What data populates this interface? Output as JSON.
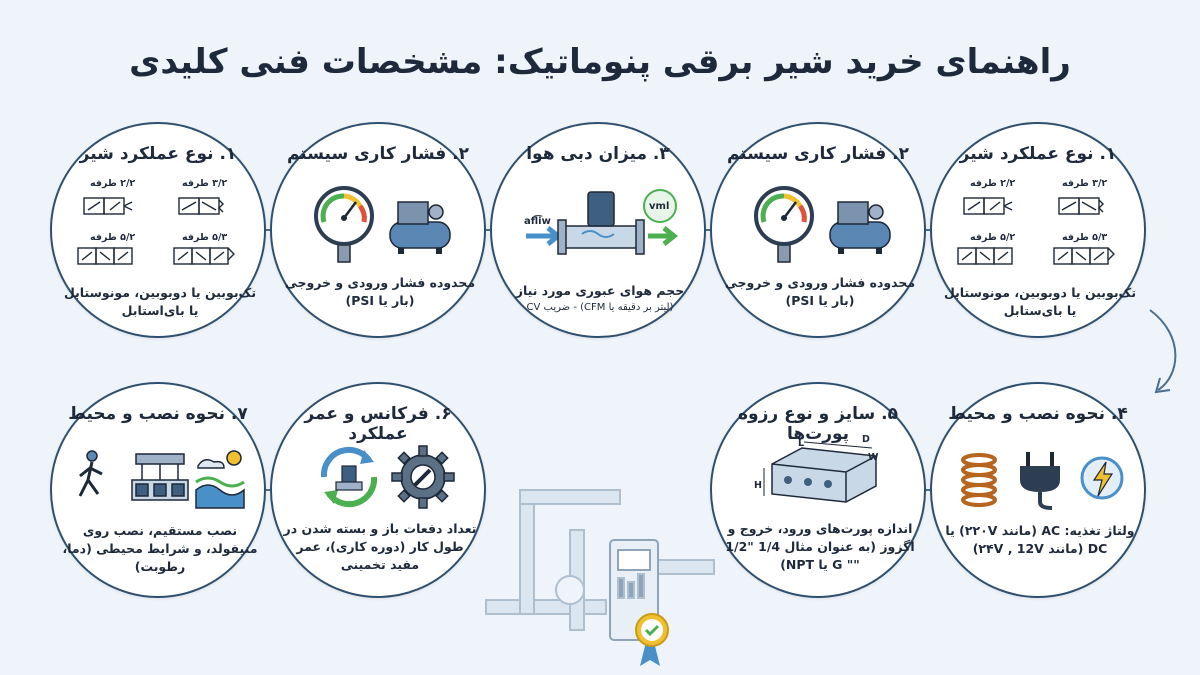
{
  "title": "راهنمای خرید شیر برقی پنوماتیک: مشخصات فنی کلیدی",
  "cards": {
    "c1a": {
      "heading": "۱. نوع عملکرد شیر",
      "ports": [
        "۳/۲ طرفه",
        "۲/۲ طرفه",
        "۵/۳ طرفه",
        "۵/۲ طرفه"
      ],
      "desc": "تک‌بوبین یا دوبوبین، مونوستابل یا بای‌استابل"
    },
    "c2a": {
      "heading": "۲. فشار کاری سیستم",
      "desc": "محدوده فشار ورودی و خروجی (بار یا PSI)"
    },
    "c3": {
      "heading": "۳. میزان دبی هوا",
      "label_left": "afl͡iw",
      "label_badge": "vml",
      "desc": "حجم هوای عبوری مورد نیاز",
      "desc2": "(لیتر بر دقیقه یا CFM) - ضریب CV"
    },
    "c2b": {
      "heading": "۲. فشار کاری سیستم",
      "desc": "محدوده فشار ورودی و خروجی (بار یا PSI)"
    },
    "c1b": {
      "heading": "۱. نوع عملکرد شیر",
      "ports": [
        "۳/۲ طرفه",
        "۲/۲ طرفه",
        "۵/۳ طرفه",
        "۵/۲ طرفه"
      ],
      "desc": "تک‌بوبین یا دوبوبین، مونوستابل یا بای‌ستابل"
    },
    "c4": {
      "heading": "۴. نحوه نصب و محیط",
      "desc": "ولتاژ تغذیه: AC (مانند ۲۲۰V) یا DC (مانند ۲۴V , 12V)"
    },
    "c5": {
      "heading": "۵. سایز و نوع رزوه پورت‌ها",
      "dims": [
        "L",
        "D",
        "W",
        "H"
      ],
      "desc": "اندازه پورت‌های ورود، خروج و اگزوز (به عنوان مثال 1/4 \"1/2 \"\" G یا NPT)"
    },
    "c6": {
      "heading": "۶. فرکانس و عمر عملکرد",
      "desc": "تعداد دفعات باز و بسته شدن در طول کار (دوره کاری)، عمر مفید تخمینی"
    },
    "c7": {
      "heading": "۷. نحوه نصب و محیط",
      "desc": "نصب مستقیم، نصب روی منیفولد، و شرایط محیطی (دما، رطوبت)"
    }
  },
  "colors": {
    "border": "#2f4f6e",
    "accent_blue": "#4a90c8",
    "accent_green": "#4caf50",
    "gauge_red": "#e0533a",
    "background": "#eef4fa"
  }
}
